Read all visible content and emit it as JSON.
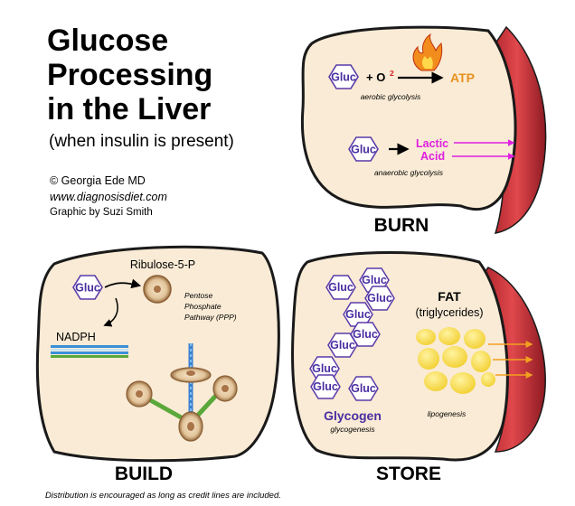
{
  "title": {
    "line1": "Glucose",
    "line2": "Processing",
    "line3": "in the Liver",
    "subtitle": "(when insulin is present)"
  },
  "credits": {
    "copyright": "© Georgia Ede MD",
    "website": "www.diagnosisdiet.com",
    "graphic": "Graphic by Suzi Smith"
  },
  "footer": "Distribution is encouraged as long as credit lines are included.",
  "burn": {
    "label": "BURN",
    "gluc": "Gluc",
    "plus_o2": "+ O",
    "o2_sup": "2",
    "atp": "ATP",
    "aerobic": "aerobic glycolysis",
    "lactic": "Lactic",
    "acid": "Acid",
    "anaerobic": "anaerobic glycolysis"
  },
  "build": {
    "label": "BUILD",
    "gluc": "Gluc",
    "ribulose": "Ribulose-5-P",
    "pentose": "Pentose",
    "phosphate": "Phosphate",
    "pathway": "Pathway (PPP)",
    "nadph": "NADPH"
  },
  "store": {
    "label": "STORE",
    "gluc": "Gluc",
    "fat": "FAT",
    "triglycerides": "(triglycerides)",
    "glycogen": "Glycogen",
    "glycogenesis": "glycogenesis",
    "lipogenesis": "lipogenesis"
  },
  "colors": {
    "cell_fill": "#f9ebd5",
    "cell_stroke": "#1a1a1a",
    "membrane": "#c9343a",
    "hex_purple": "#5a3aa8",
    "atp_orange": "#e89020",
    "lactic_magenta": "#e020e0",
    "o2_red": "#d02020",
    "fat_yellow": "#f6df5c",
    "fat_arrow": "#f2a020"
  }
}
